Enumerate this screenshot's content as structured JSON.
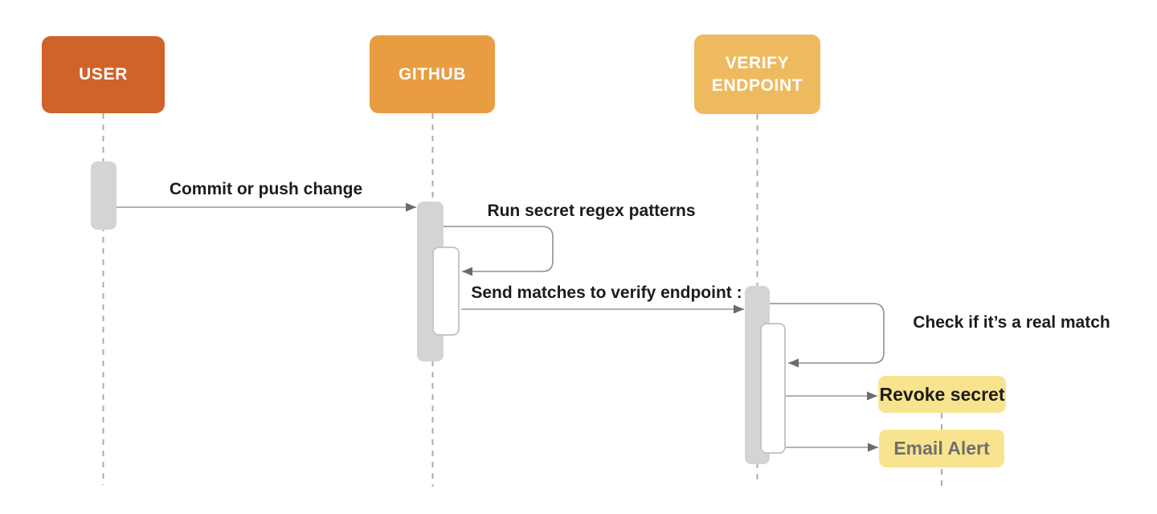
{
  "actors": [
    {
      "label": "USER",
      "color": "#CF6329"
    },
    {
      "label": "GITHUB",
      "color": "#E99C41"
    },
    {
      "label": "VERIFY ENDPOINT",
      "color": "#EEBA5F"
    }
  ],
  "messages": [
    {
      "label": "Commit or push change",
      "from": "USER",
      "to": "GITHUB",
      "kind": "arrow"
    },
    {
      "label": "Run secret regex patterns",
      "from": "GITHUB",
      "to": "GITHUB",
      "kind": "self-loop"
    },
    {
      "label": "Send matches to verify endpoint :",
      "from": "GITHUB",
      "to": "VERIFY ENDPOINT",
      "kind": "arrow"
    },
    {
      "label": "Check if it’s a real match",
      "from": "VERIFY ENDPOINT",
      "to": "VERIFY ENDPOINT",
      "kind": "self-loop"
    },
    {
      "label": "",
      "from": "VERIFY ENDPOINT",
      "to": "Revoke secret",
      "kind": "arrow"
    },
    {
      "label": "",
      "from": "VERIFY ENDPOINT",
      "to": "Email Alert",
      "kind": "arrow"
    }
  ],
  "notes": [
    {
      "label": "Revoke secret",
      "bg": "#F8E48E",
      "text_color": "#1C1C1C"
    },
    {
      "label": "Email Alert",
      "bg": "#F8E48E",
      "text_color": "#6F6F6F"
    }
  ],
  "colors": {
    "background": "#FFFFFF",
    "activation_bar": "#D4D4D4",
    "nested_bar_border": "#C6C6C6",
    "lifeline": "#ACACAC",
    "arrow_line": "#9A9A9A",
    "arrowhead": "#6B6B6B",
    "message_text": "#1C1C1C"
  }
}
